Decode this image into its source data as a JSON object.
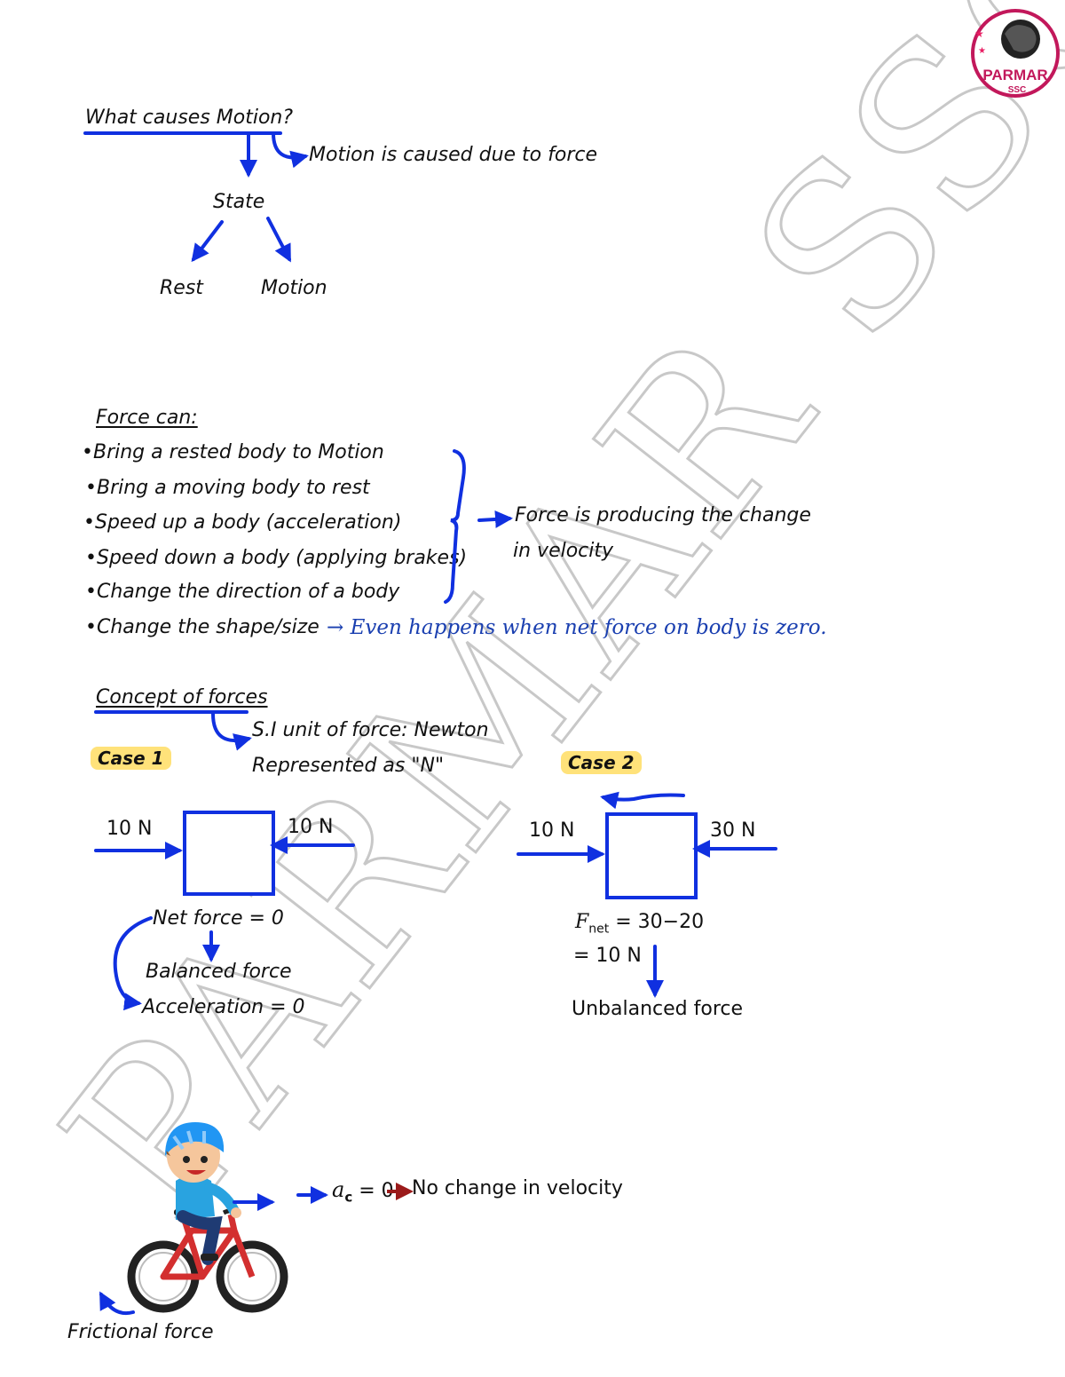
{
  "logo": {
    "text_top": "PARMAR",
    "text_bottom": "SSC"
  },
  "watermark": "PARMAR SSC",
  "section1": {
    "heading": "What causes Motion?",
    "note": "Motion is caused due to force",
    "state": "State",
    "rest": "Rest",
    "motion": "Motion"
  },
  "section2": {
    "heading": "Force can:",
    "items": [
      "Bring a rested body to Motion",
      "Bring a moving body to rest",
      "Speed up a body (acceleration)",
      "Speed down a body (applying brakes)",
      "Change the direction of a body",
      "Change the shape/size"
    ],
    "brace_note_line1": "Force is producing the change",
    "brace_note_line2": "in velocity",
    "handwritten_note": "→ Even happens when net force on body is zero."
  },
  "section3": {
    "heading": "Concept of forces",
    "si_unit": "S.I unit of force: Newton",
    "represented": "Represented as \"N\"",
    "case1": {
      "label": "Case 1",
      "left_force": "10 N",
      "right_force": "10 N",
      "net": "Net force = 0",
      "balanced": "Balanced force",
      "acceleration": "Acceleration = 0"
    },
    "case2": {
      "label": "Case 2",
      "left_force": "10 N",
      "right_force": "30 N",
      "fnet_symbol": "F",
      "fnet_sub": "net",
      "fnet_expr": " = 30−20",
      "fnet_result": "= 10 N",
      "unbalanced": "Unbalanced force"
    }
  },
  "section4": {
    "accel_symbol": "a",
    "accel_sub": "c",
    "accel_expr": "= 0",
    "no_change": "No change in velocity",
    "frictional": "Frictional force"
  },
  "colors": {
    "arrow_blue": "#1030e0",
    "dark_red": "#9b1b1b",
    "highlight": "#ffe27a"
  }
}
